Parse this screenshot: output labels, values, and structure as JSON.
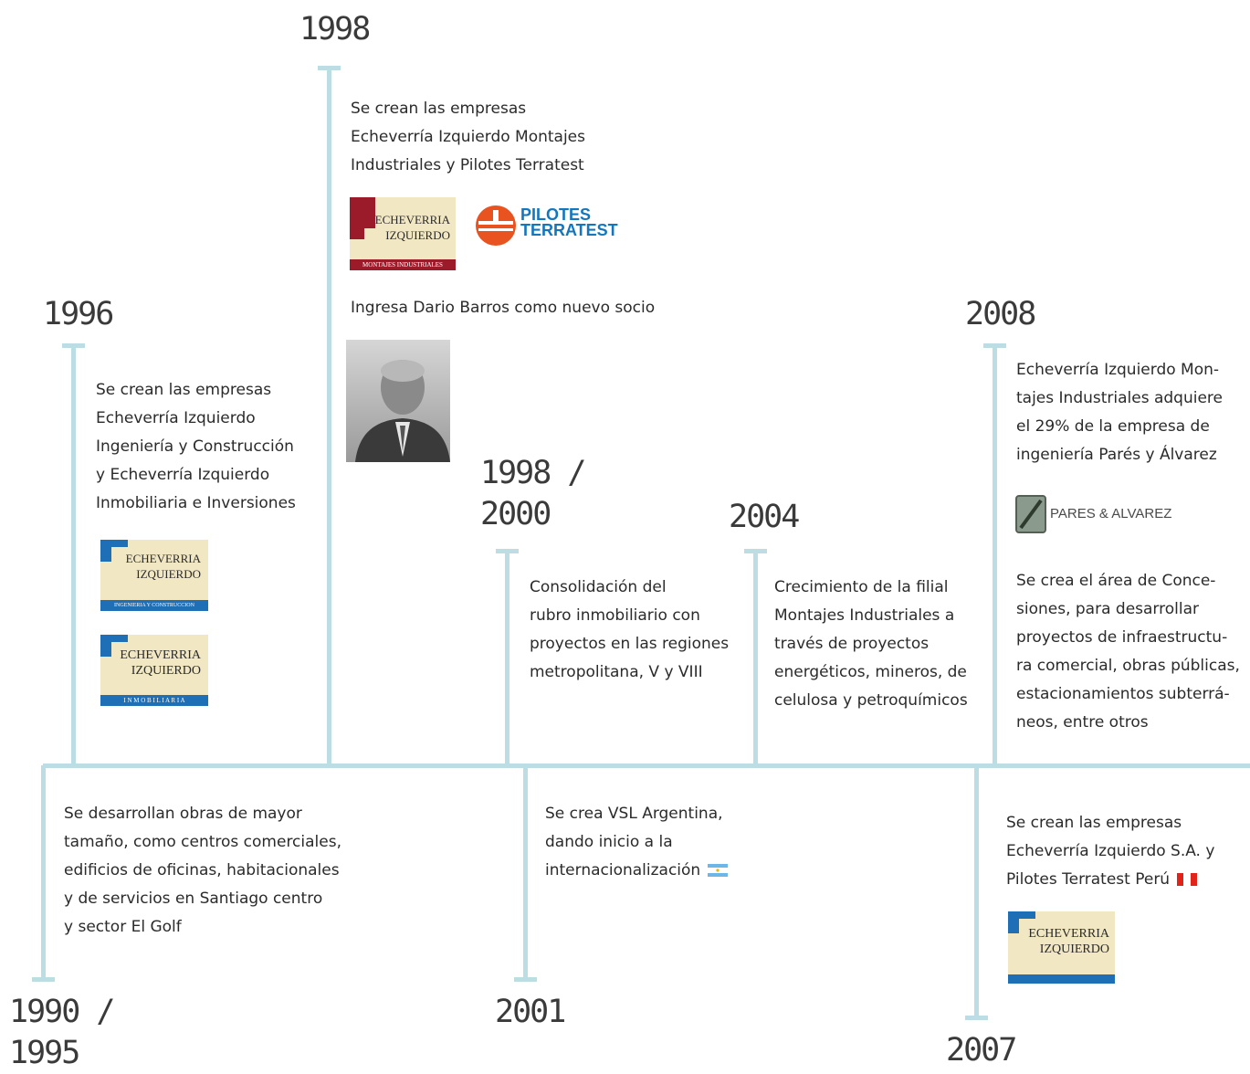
{
  "timeline": [
    {
      "year": "1998",
      "paragraphs": [
        "Se crean las empresas\nEcheverría Izquierdo Montajes\nIndustriales y Pilotes Terratest",
        "Ingresa Dario Barros como nuevo socio"
      ]
    },
    {
      "year": "1996",
      "paragraphs": [
        "Se crean las empresas\nEcheverría Izquierdo\nIngeniería y Construcción\ny Echeverría Izquierdo\nInmobiliaria e Inversiones"
      ]
    },
    {
      "year": "1998 /\n2000",
      "paragraphs": [
        "Consolidación del\nrubro inmobiliario con\nproyectos en las regiones\nmetropolitana, V y VIII"
      ]
    },
    {
      "year": "2004",
      "paragraphs": [
        "Crecimiento de la filial\nMontajes Industriales a\ntravés de proyectos\nenergéticos, mineros, de\ncelulosa y petroquímicos"
      ]
    },
    {
      "year": "2008",
      "paragraphs": [
        "Echeverría Izquierdo Mon-\ntajes Industriales adquiere\nel 29% de la empresa de\ningeniería Parés y Álvarez",
        "Se crea el área de Conce-\nsiones, para desarrollar\nproyectos de infraestructu-\nra comercial, obras públicas,\nestacionamientos subterrá-\nneos, entre otros"
      ]
    },
    {
      "year": "1990 /\n1995",
      "paragraphs": [
        "Se desarrollan obras de mayor\ntamaño, como centros comerciales,\nedificios de oficinas, habitacionales\ny de servicios en Santiago centro\ny sector El Golf"
      ]
    },
    {
      "year": "2001",
      "paragraphs": [
        "Se crea VSL Argentina,\ndando inicio a la\ninternacionalización"
      ]
    },
    {
      "year": "2007",
      "paragraphs": [
        "Se crean las empresas\nEcheverría Izquierdo S.A. y\nPilotes Terratest Perú"
      ]
    }
  ],
  "logos": {
    "ei_name": "ECHEVERRIA\nIZQUIERDO",
    "ei_montajes_band": "MONTAJES INDUSTRIALES",
    "ei_inmobiliaria_band": "I N M O B I L I A R I A",
    "ei_ingenieria_band": "INGENIERIA Y CONSTRUCCION",
    "pilotes_terratest": "PILOTES\nTERRATEST",
    "pares_alvarez": "PARES & ALVAREZ"
  },
  "colors": {
    "line": "#bcdde3",
    "ei_blue": "#1e6fb6",
    "ei_red": "#9b1b2a",
    "ei_cream": "#f2e7c3",
    "terratest_blue": "#1476bd",
    "terratest_orange": "#e8531f"
  }
}
